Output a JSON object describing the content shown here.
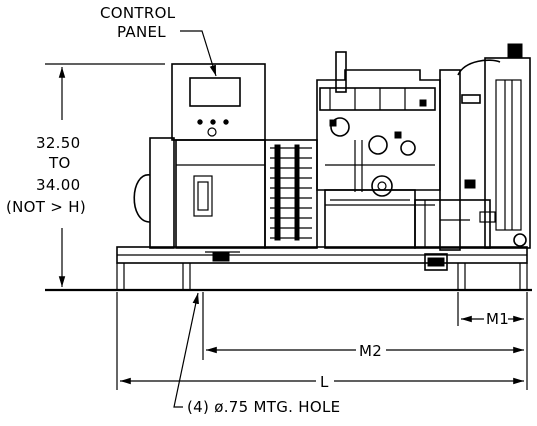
{
  "labels": {
    "control_panel_line1": "CONTROL",
    "control_panel_line2": "PANEL",
    "height_value_1": "32.50",
    "height_to": "TO",
    "height_value_2": "34.00",
    "height_note": "(NOT > H)",
    "dim_m1": "M1",
    "dim_m2": "M2",
    "dim_l": "L",
    "mounting_hole_note": "(4) ø.75 MTG. HOLE"
  },
  "colors": {
    "line": "#000000",
    "background": "#ffffff"
  }
}
